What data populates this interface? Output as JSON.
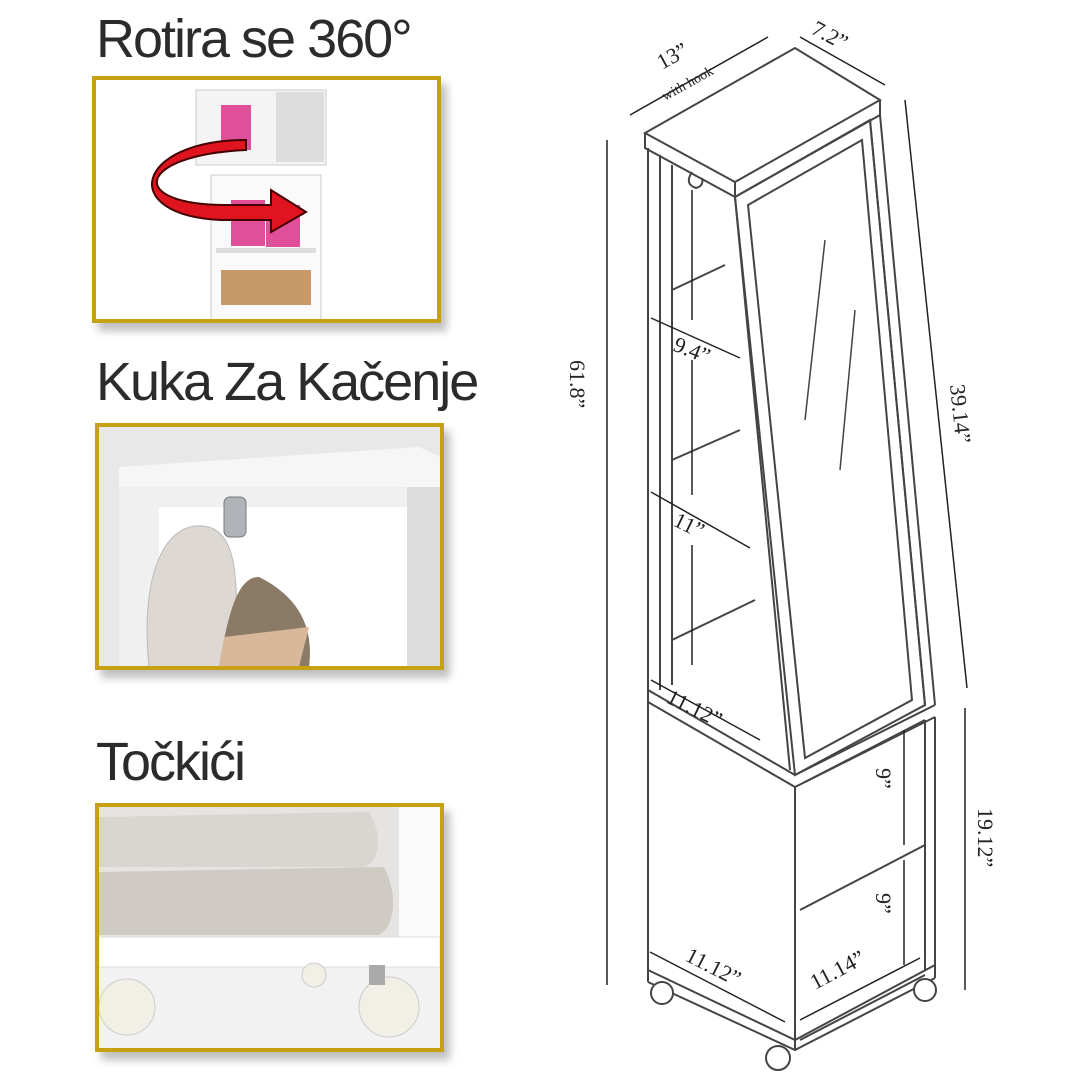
{
  "features": [
    {
      "heading": "Rotira se 360°",
      "image": "rotating-cabinet-photo"
    },
    {
      "heading": "Kuka Za Kačenje",
      "image": "hanging-hook-photo"
    },
    {
      "heading": "Točkići",
      "image": "wheels-photo"
    }
  ],
  "dimensions": {
    "top_width": "13”",
    "top_width_note": "with hook",
    "top_depth": "7.2”",
    "total_height": "61.8”",
    "mirror_height": "39.14”",
    "shelf_width_upper": "9.4”",
    "shelf_width_middle": "11”",
    "base_width_middle": "11.12”",
    "lower_height": "19.12”",
    "lower_shelf_1": "9”",
    "lower_shelf_2": "9”",
    "bottom_width": "11.12”",
    "bottom_depth": "11.14”"
  },
  "colors": {
    "frame": "#c8a014",
    "arrow": "#e0141e",
    "text": "#2b2b2b"
  }
}
